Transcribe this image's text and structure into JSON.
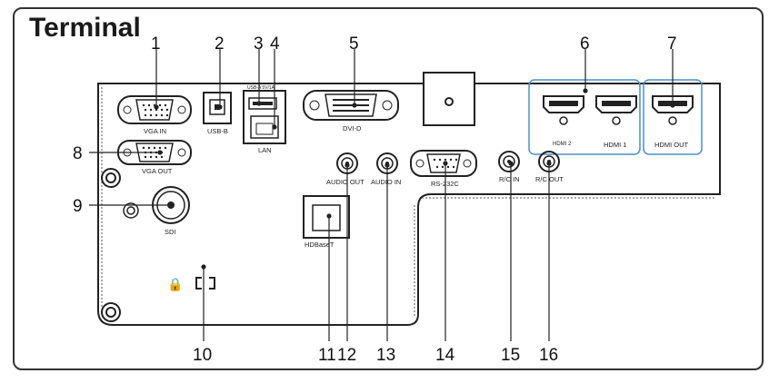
{
  "title": "Terminal",
  "ports": {
    "vga_in": "VGA IN",
    "usb_b": "USB-B",
    "usb_a_top": "USB-A 5V/1A",
    "lan": "LAN",
    "dvi_d": "DVI-D",
    "hdmi2": "HDMI 2",
    "hdmi1": "HDMI 1",
    "hdmi_out": "HDMI OUT",
    "vga_out": "VGA OUT",
    "sdi": "SDI",
    "audio_out": "AUDIO OUT",
    "audio_in": "AUDIO IN",
    "rs232c": "RS-232C",
    "rc_in": "R/C IN",
    "rc_out": "R/C OUT",
    "hdbaset": "HDBaseT"
  },
  "callouts": {
    "n1": "1",
    "n2": "2",
    "n3": "3",
    "n4": "4",
    "n5": "5",
    "n6": "6",
    "n7": "7",
    "n8": "8",
    "n9": "9",
    "n10": "10",
    "n11": "11",
    "n12": "12",
    "n13": "13",
    "n14": "14",
    "n15": "15",
    "n16": "16"
  }
}
